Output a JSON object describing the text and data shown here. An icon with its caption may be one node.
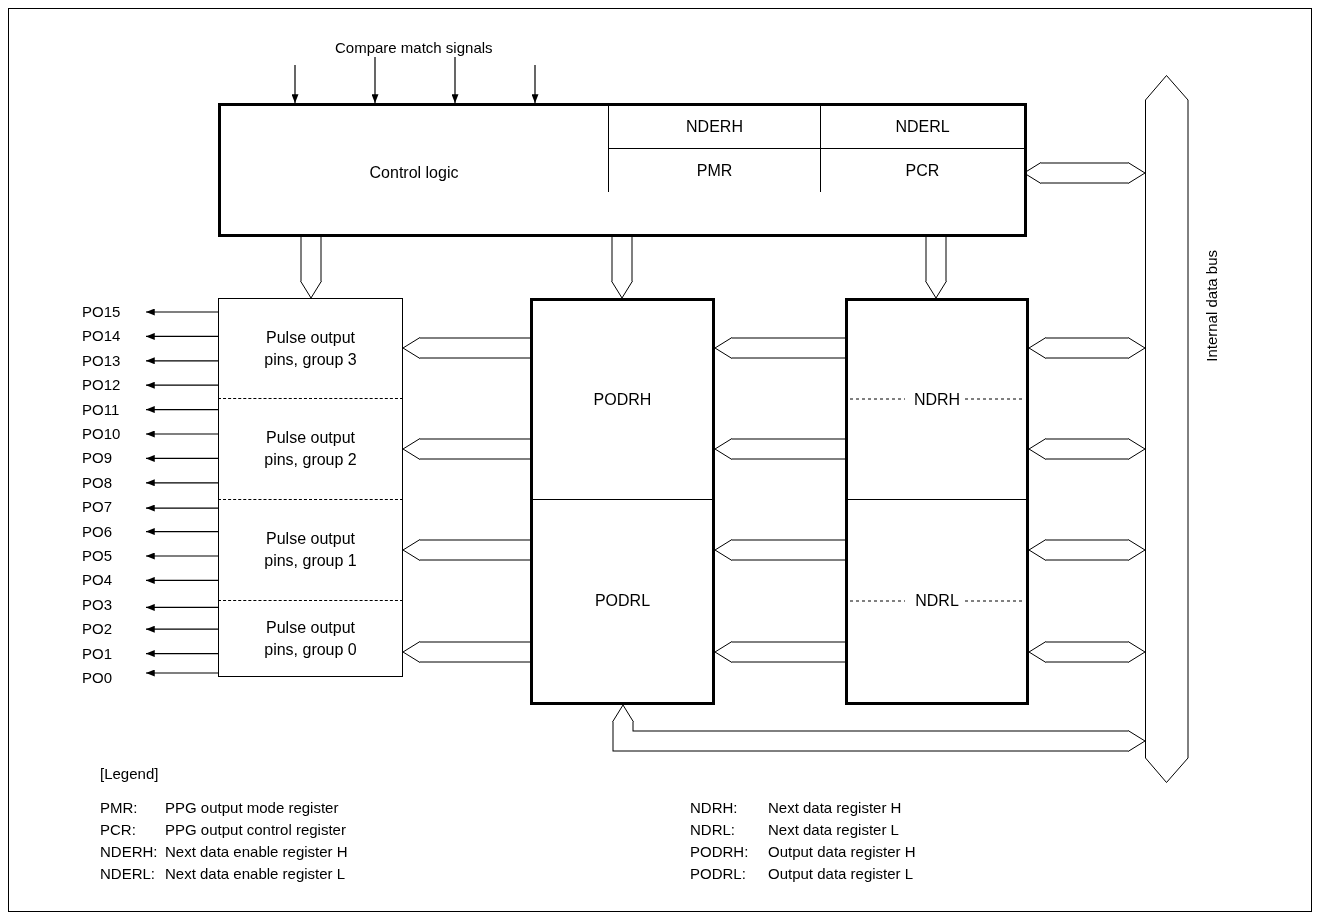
{
  "diagram": {
    "nodes": [
      {
        "text": [
          "Control logic"
        ]
      },
      {
        "text": [
          "NDERH"
        ],
        "in": 0
      },
      {
        "text": [
          "NDERL"
        ],
        "in": 0
      },
      {
        "text": [
          "PMR"
        ],
        "in": 0
      },
      {
        "text": [
          "PCR"
        ],
        "in": 0
      },
      {
        "text": [
          "Pulse output pins, group 3"
        ]
      },
      {
        "text": [
          "Pulse output pins, group 2"
        ]
      },
      {
        "text": [
          "Pulse output pins, group 1"
        ]
      },
      {
        "text": [
          "Pulse output pins, group 0"
        ]
      },
      {
        "text": [
          "PODRH"
        ]
      },
      {
        "text": [
          "PODRL"
        ]
      },
      {
        "text": [
          "NDRH"
        ]
      },
      {
        "text": [
          "NDRL"
        ]
      },
      {
        "text": [
          "Internal data bus"
        ]
      },
      {
        "text": [
          "PO15"
        ]
      },
      {
        "text": [
          "PO14"
        ]
      },
      {
        "text": [
          "PO13"
        ]
      },
      {
        "text": [
          "PO12"
        ]
      },
      {
        "text": [
          "PO11"
        ]
      },
      {
        "text": [
          "PO10"
        ]
      },
      {
        "text": [
          "PO9"
        ]
      },
      {
        "text": [
          "PO8"
        ]
      },
      {
        "text": [
          "PO7"
        ]
      },
      {
        "text": [
          "PO6"
        ]
      },
      {
        "text": [
          "PO5"
        ]
      },
      {
        "text": [
          "PO4"
        ]
      },
      {
        "text": [
          "PO3"
        ]
      },
      {
        "text": [
          "PO2"
        ]
      },
      {
        "text": [
          "PO1"
        ]
      },
      {
        "text": [
          "PO0"
        ]
      },
      {
        "text": [
          "Compare match signals"
        ]
      }
    ],
    "edges": [
      {
        "from": 30,
        "to": 0,
        "arrow": "to"
      },
      {
        "from": 30,
        "to": 0,
        "arrow": "to"
      },
      {
        "from": 30,
        "to": 0,
        "arrow": "to"
      },
      {
        "from": 30,
        "to": 0,
        "arrow": "to"
      },
      {
        "from": 0,
        "to": 5,
        "arrow": "to",
        "style": "thick"
      },
      {
        "from": 0,
        "to": 9,
        "arrow": "to",
        "style": "thick"
      },
      {
        "from": 0,
        "to": 11,
        "arrow": "to",
        "style": "thick"
      },
      {
        "from": 13,
        "to": 4,
        "arrow": "both",
        "style": "thick"
      },
      {
        "from": 9,
        "to": 5,
        "arrow": "to",
        "style": "thick"
      },
      {
        "from": 9,
        "to": 6,
        "arrow": "to",
        "style": "thick"
      },
      {
        "from": 10,
        "to": 7,
        "arrow": "to",
        "style": "thick"
      },
      {
        "from": 10,
        "to": 8,
        "arrow": "to",
        "style": "thick"
      },
      {
        "from": 11,
        "to": 9,
        "arrow": "to",
        "style": "thick"
      },
      {
        "from": 11,
        "to": 9,
        "arrow": "to",
        "style": "thick"
      },
      {
        "from": 12,
        "to": 10,
        "arrow": "to",
        "style": "thick"
      },
      {
        "from": 12,
        "to": 10,
        "arrow": "to",
        "style": "thick"
      },
      {
        "from": 13,
        "to": 11,
        "arrow": "both",
        "style": "thick"
      },
      {
        "from": 13,
        "to": 11,
        "arrow": "both",
        "style": "thick"
      },
      {
        "from": 13,
        "to": 12,
        "arrow": "both",
        "style": "thick"
      },
      {
        "from": 13,
        "to": 12,
        "arrow": "both",
        "style": "thick"
      },
      {
        "from": 13,
        "to": 10,
        "arrow": "both",
        "style": "thick"
      },
      {
        "from": 5,
        "to": 14,
        "arrow": "to"
      },
      {
        "from": 5,
        "to": 15,
        "arrow": "to"
      },
      {
        "from": 5,
        "to": 16,
        "arrow": "to"
      },
      {
        "from": 5,
        "to": 17,
        "arrow": "to"
      },
      {
        "from": 6,
        "to": 18,
        "arrow": "to"
      },
      {
        "from": 6,
        "to": 19,
        "arrow": "to"
      },
      {
        "from": 6,
        "to": 20,
        "arrow": "to"
      },
      {
        "from": 6,
        "to": 21,
        "arrow": "to"
      },
      {
        "from": 7,
        "to": 22,
        "arrow": "to"
      },
      {
        "from": 7,
        "to": 23,
        "arrow": "to"
      },
      {
        "from": 7,
        "to": 24,
        "arrow": "to"
      },
      {
        "from": 7,
        "to": 25,
        "arrow": "to"
      },
      {
        "from": 8,
        "to": 26,
        "arrow": "to"
      },
      {
        "from": 8,
        "to": 27,
        "arrow": "to"
      },
      {
        "from": 8,
        "to": 28,
        "arrow": "to"
      },
      {
        "from": 8,
        "to": 29,
        "arrow": "to"
      }
    ],
    "labels": [
      "[Legend]",
      "PMR:",
      "PPG output mode register",
      "NDRH:",
      "Next data register H",
      "PCR:",
      "PPG output control register",
      "NDRL:",
      "Next data register L",
      "NDERH:",
      "Next data enable register H",
      "PODRH:",
      "Output data register H",
      "NDERL:",
      "Next data enable register L",
      "PODRL:",
      "Output data register L"
    ]
  }
}
